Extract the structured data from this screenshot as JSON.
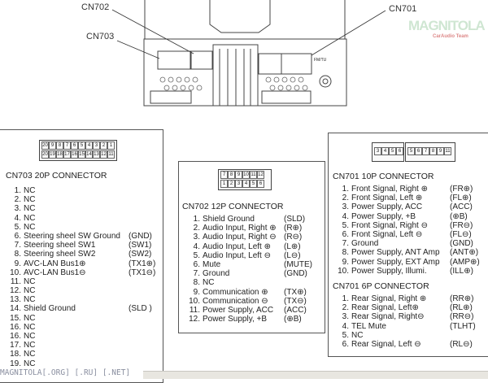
{
  "callouts": {
    "cn702": "CN702",
    "cn703": "CN703",
    "cn701": "CN701",
    "fm": "FM/TU"
  },
  "watermark": {
    "logo": "MAGNITOLA",
    "sub": "CarAudio Team"
  },
  "cn703": {
    "title": "CN703  20P CONNECTOR",
    "pins_top": [
      "20",
      "9",
      "8",
      "7",
      "6",
      "5",
      "4",
      "3",
      "2",
      "1"
    ],
    "pins_bottom": [
      "20",
      "19",
      "18",
      "17",
      "16",
      "15",
      "14",
      "13",
      "12",
      "11"
    ],
    "rows": [
      [
        "1.",
        "NC",
        ""
      ],
      [
        "2.",
        "NC",
        ""
      ],
      [
        "3.",
        "NC",
        ""
      ],
      [
        "4.",
        "NC",
        ""
      ],
      [
        "5.",
        "NC",
        ""
      ],
      [
        "6.",
        "Steering sheel SW Ground",
        "(GND)"
      ],
      [
        "7.",
        "Steering sheel SW1",
        "(SW1)"
      ],
      [
        "8.",
        "Steering sheel SW2",
        "(SW2)"
      ],
      [
        "9.",
        "AVC-LAN Bus1⊕",
        "(TX1⊕)"
      ],
      [
        "10.",
        "AVC-LAN Bus1⊖",
        "(TX1⊖)"
      ],
      [
        "11.",
        "NC",
        ""
      ],
      [
        "12.",
        "NC",
        ""
      ],
      [
        "13.",
        "NC",
        ""
      ],
      [
        "14.",
        "Shield Ground",
        "(SLD )"
      ],
      [
        "15.",
        "NC",
        ""
      ],
      [
        "16.",
        "NC",
        ""
      ],
      [
        "16.",
        "NC",
        ""
      ],
      [
        "17.",
        "NC",
        ""
      ],
      [
        "18.",
        "NC",
        ""
      ],
      [
        "19.",
        "NC",
        ""
      ]
    ]
  },
  "cn702": {
    "title": "CN702  12P CONNECTOR",
    "pins_top": [
      "7",
      "8",
      "9",
      "10",
      "11",
      "12"
    ],
    "pins_bottom": [
      "1",
      "2",
      "3",
      "4",
      "5",
      "6"
    ],
    "rows": [
      [
        "1.",
        "Shield Ground",
        "(SLD)"
      ],
      [
        "2.",
        "Audio Input, Right ⊕",
        "(R⊕)"
      ],
      [
        "3.",
        "Audio Input, Right ⊖",
        "(R⊖)"
      ],
      [
        "4.",
        "Audio Input, Left  ⊕",
        "(L⊕)"
      ],
      [
        "5.",
        "Audio Input, Left  ⊖",
        "(L⊖)"
      ],
      [
        "6.",
        "Mute",
        "(MUTE)"
      ],
      [
        "7.",
        "Ground",
        "(GND)"
      ],
      [
        "8.",
        "NC",
        ""
      ],
      [
        "9.",
        "Communication ⊕",
        "(TX⊕)"
      ],
      [
        "10.",
        "Communication ⊖",
        "(TX⊖)"
      ],
      [
        "11.",
        "Power Supply, ACC",
        "(ACC)"
      ],
      [
        "12.",
        "Power Supply, +B",
        "(⊕B)"
      ]
    ]
  },
  "cn701_10p": {
    "title": "CN701  10P CONNECTOR",
    "pins_a": [
      "3",
      "4",
      "5",
      "6"
    ],
    "pins_b": [
      "5",
      "6",
      "7",
      "8",
      "9",
      "11"
    ],
    "rows": [
      [
        "1.",
        "Front Signal, Right ⊕",
        "(FR⊕)"
      ],
      [
        "2.",
        "Front Signal, Left  ⊕",
        "(FL⊕)"
      ],
      [
        "3.",
        "Power Supply, ACC",
        "(ACC)"
      ],
      [
        "4.",
        "Power Supply, +B",
        "(⊕B)"
      ],
      [
        "5.",
        "Front Signal, Right ⊖",
        "(FR⊖)"
      ],
      [
        "6.",
        "Front Signal, Left ⊖",
        "(FL⊖)"
      ],
      [
        "7.",
        "Ground",
        "(GND)"
      ],
      [
        "8.",
        "Power Supply, ANT Amp",
        "(ANT⊕)"
      ],
      [
        "9.",
        "Power Supply, EXT Amp",
        "(AMP⊕)"
      ],
      [
        "10.",
        "Power Supply, Illumi.",
        "(ILL⊕)"
      ]
    ]
  },
  "cn701_6p": {
    "title": "CN701   6P CONNECTOR",
    "rows": [
      [
        "1.",
        "Rear Signal, Right ⊕",
        "(RR⊕)"
      ],
      [
        "2.",
        "Rear Signal, Left⊕",
        "(RL⊕)"
      ],
      [
        "3.",
        "Rear Signal, Right⊖",
        "(RR⊖)"
      ],
      [
        "4.",
        "TEL Mute",
        "(TLHT)"
      ],
      [
        "5.",
        "NC",
        ""
      ],
      [
        "6.",
        "Rear Signal, Left ⊖",
        "(RL⊖)"
      ]
    ]
  },
  "footer": "MAGNITOLA[.ORG] [.RU] [.NET]"
}
